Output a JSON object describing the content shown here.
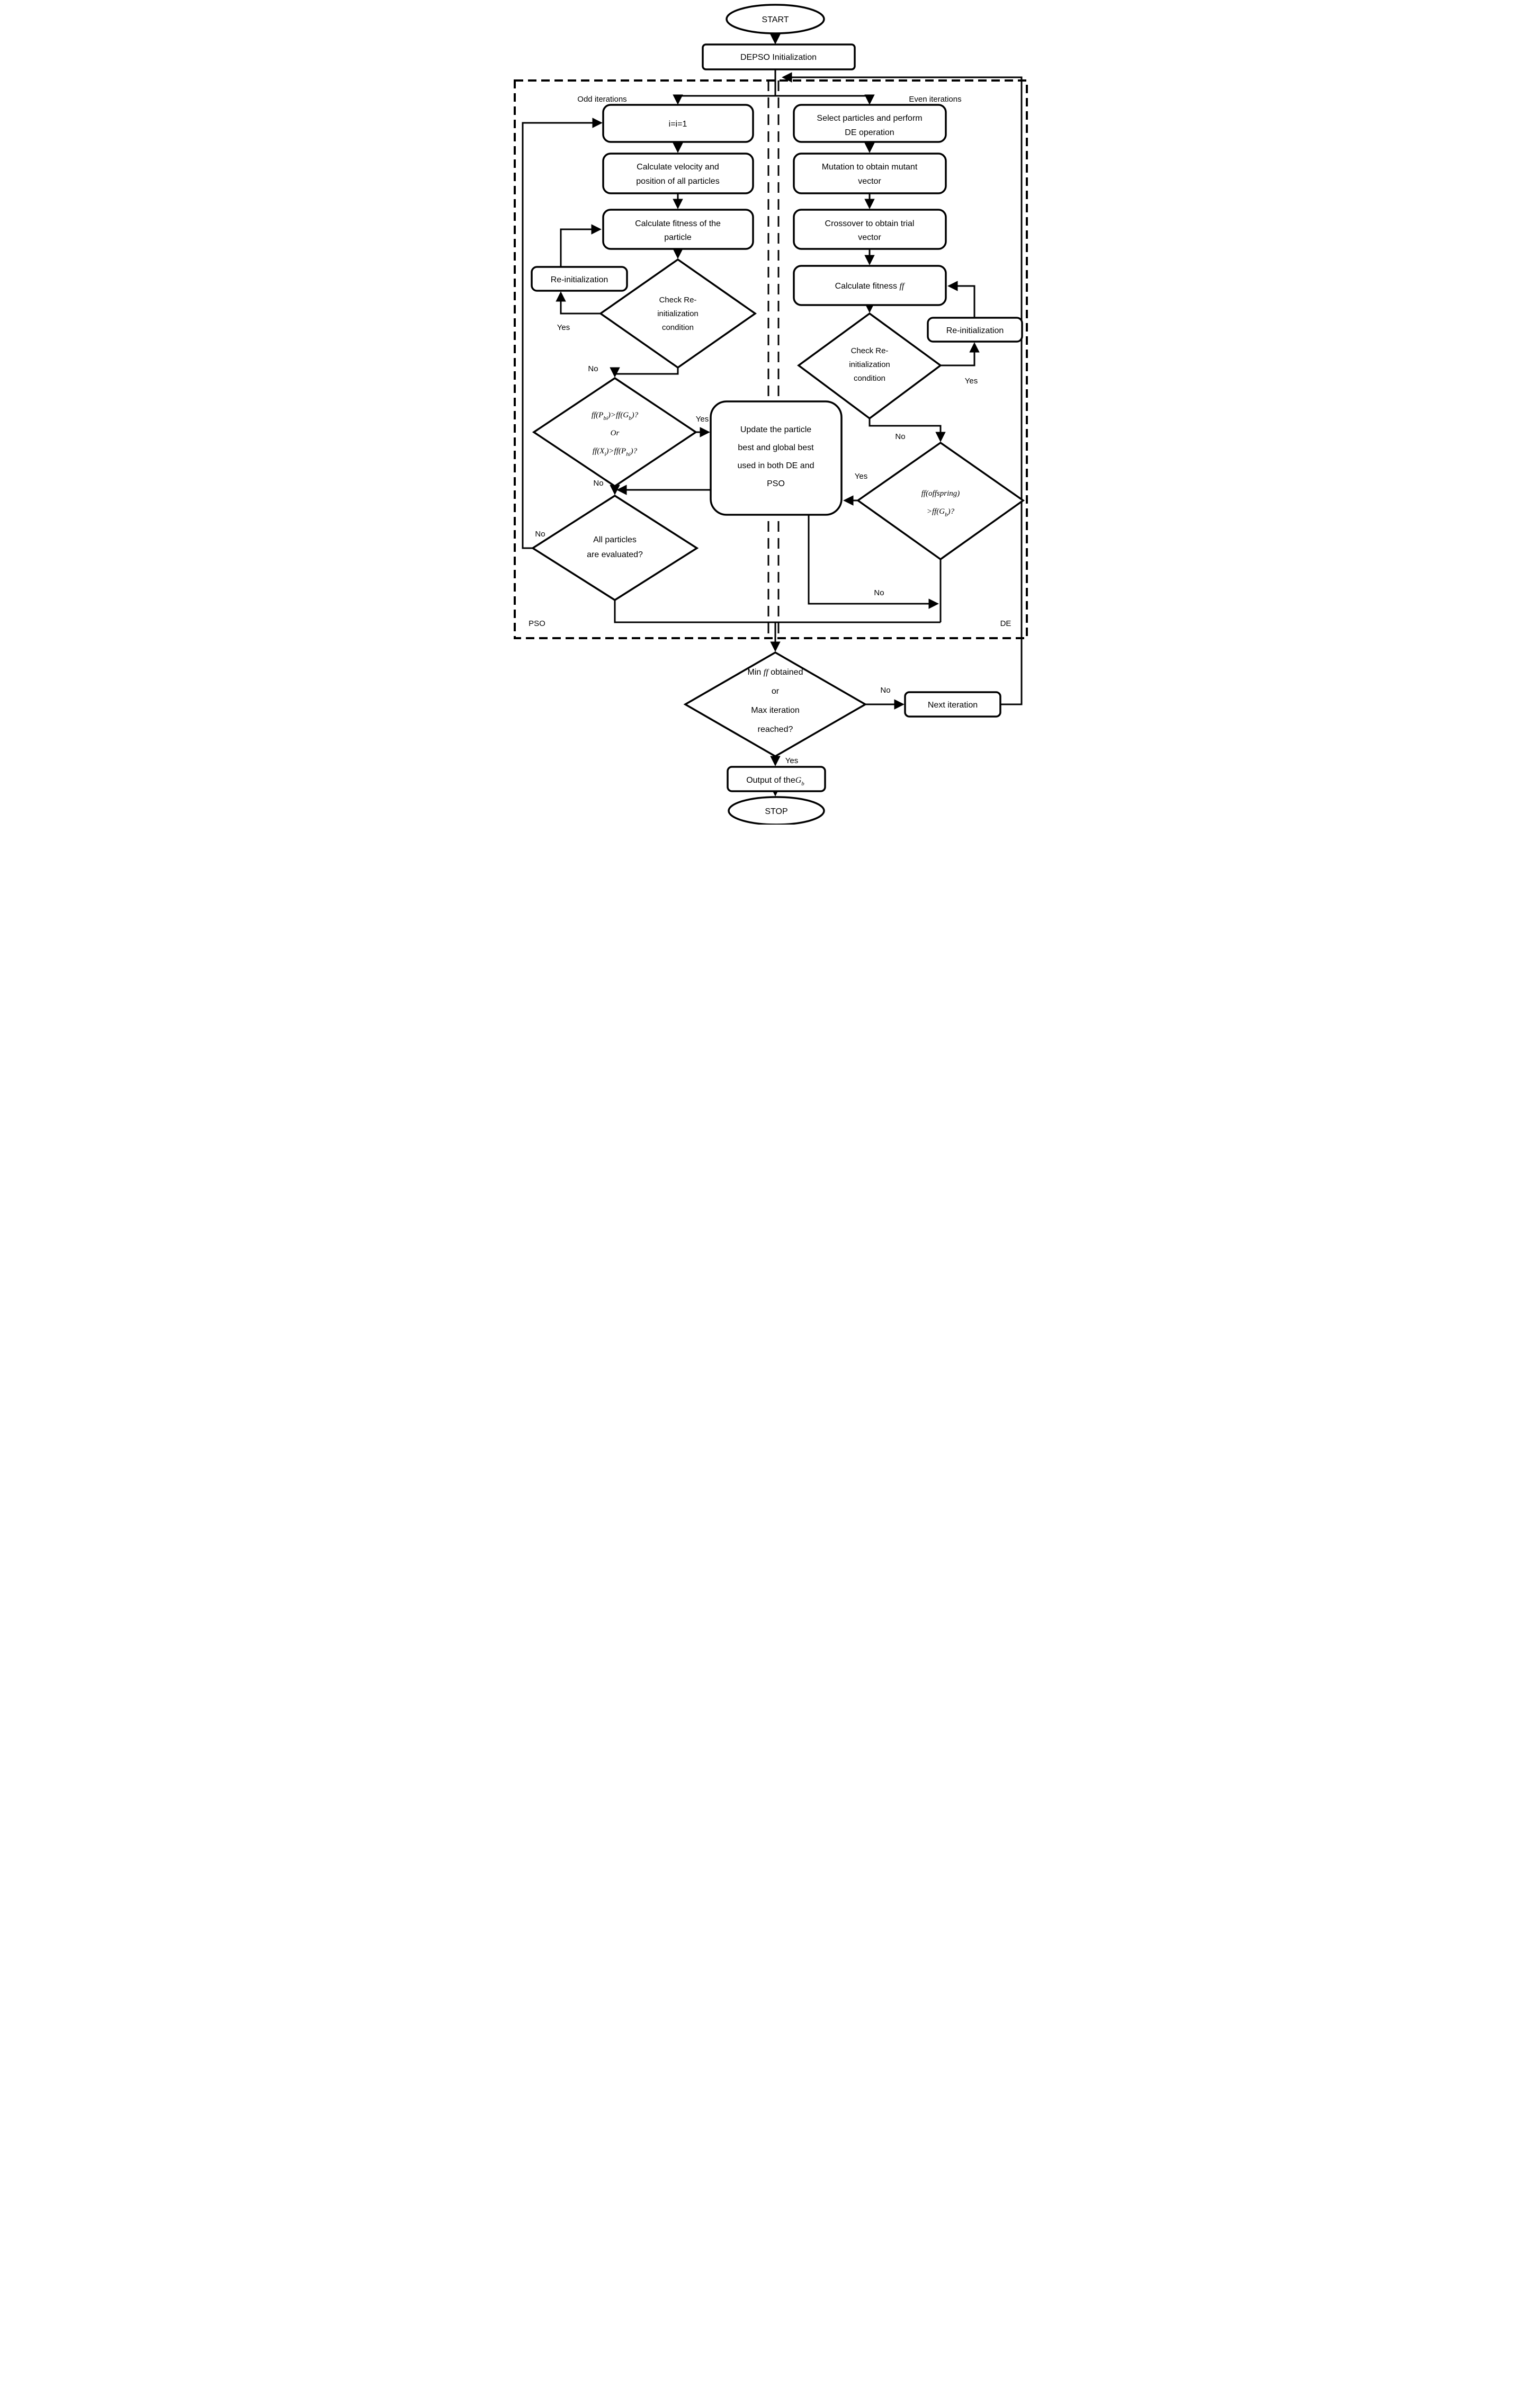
{
  "colors": {
    "line": "#000000",
    "background": "#ffffff"
  },
  "labels": {
    "odd_iterations": "Odd iterations",
    "even_iterations": "Even iterations",
    "yes": "Yes",
    "no": "No",
    "pso": "PSO",
    "de": "DE"
  },
  "nodes": {
    "start": "START",
    "depso_init": "DEPSO Initialization",
    "init_counter": "i=i=1",
    "calc_velocity": [
      "Calculate velocity and",
      "position of all particles"
    ],
    "calc_fitness_particle": [
      "Calculate fitness of the",
      "particle"
    ],
    "reinit_left": "Re-initialization",
    "check_reinit_left": [
      "Check Re-",
      "initialization",
      "condition"
    ],
    "pso_condition": {
      "l1a": "ff(P",
      "l1sub": "bi",
      "l1b": ")>ff(G",
      "l1sub2": "b",
      "l1c": ")?",
      "l2": "Or",
      "l3a": "ff(X",
      "l3sub": "i",
      "l3b": ")>ff(P",
      "l3sub2": "hi",
      "l3c": ")?"
    },
    "update_best": [
      "Update the particle",
      "best and global best",
      "used in both DE and",
      "PSO"
    ],
    "all_evaluated": [
      "All particles",
      "are evaluated?"
    ],
    "select_particles": [
      "Select particles and perform",
      "DE operation"
    ],
    "mutation": [
      "Mutation to obtain mutant",
      "vector"
    ],
    "crossover": [
      "Crossover to obtain trial",
      "vector"
    ],
    "calc_fitness_ff": {
      "pre": "Calculate fitness ",
      "ff": "ff"
    },
    "reinit_right": "Re-initialization",
    "check_reinit_right": [
      "Check Re-",
      "initialization",
      "condition"
    ],
    "de_condition": {
      "l1": "ff(offspring)",
      "l2a": ">ff(G",
      "l2sub": "b",
      "l2b": ")?"
    },
    "min_ff": {
      "l1a": "Min ",
      "l1ff": "ff",
      "l1b": " obtained",
      "l2": "or",
      "l3": "Max iteration",
      "l4": "reached?"
    },
    "next_iteration": "Next iteration",
    "output_gb": {
      "pre": "Output of the",
      "g": "G",
      "gsub": "b"
    },
    "stop": "STOP"
  }
}
